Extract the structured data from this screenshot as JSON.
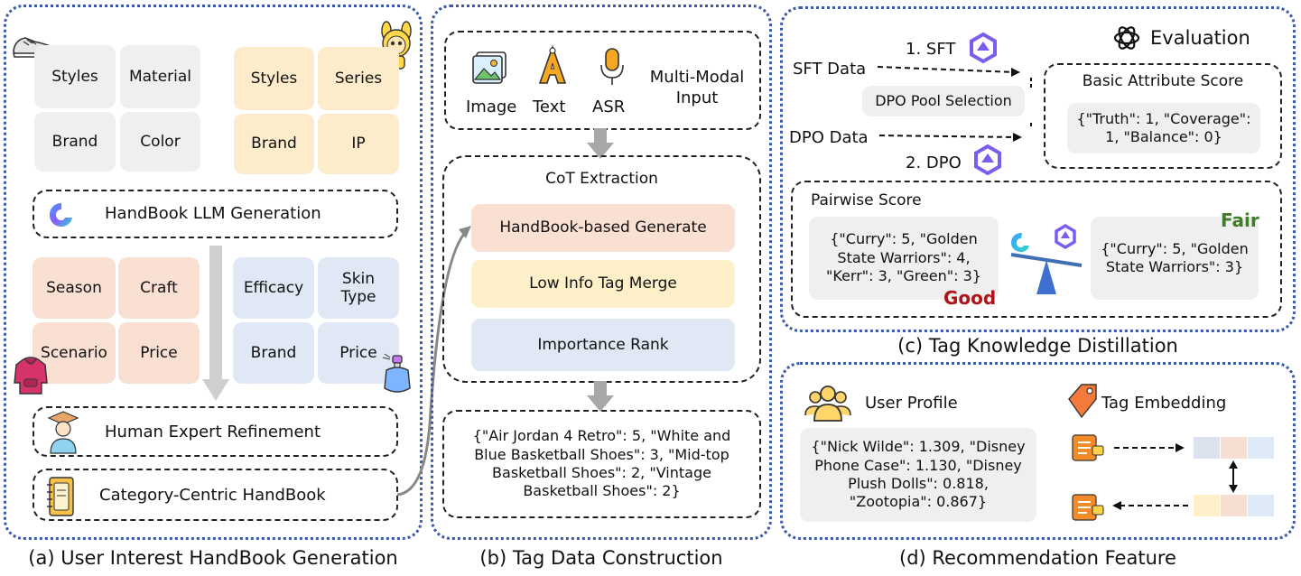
{
  "panel_a": {
    "caption": "(a) User Interest HandBook Generation",
    "shoe_attrs": [
      "Styles",
      "Material",
      "Brand",
      "Color"
    ],
    "toy_attrs": [
      "Styles",
      "Series",
      "Brand",
      "IP"
    ],
    "llm_gen": "HandBook LLM Generation",
    "clothing_attrs": [
      "Season",
      "Craft",
      "Scenario",
      "Price"
    ],
    "beauty_attrs": [
      "Efficacy",
      "Skin Type",
      "Brand",
      "Price"
    ],
    "expert": "Human Expert Refinement",
    "handbook": "Category-Centric HandBook"
  },
  "panel_b": {
    "caption": "(b) Tag Data Construction",
    "inputs": [
      "Image",
      "Text",
      "ASR"
    ],
    "multimodal": "Multi-Modal Input",
    "cot_title": "CoT Extraction",
    "steps": [
      "HandBook-based Generate",
      "Low Info Tag Merge",
      "Importance Rank"
    ],
    "output": "{\"Air Jordan 4 Retro\": 5, \"White and Blue Basketball Shoes\": 3, \"Mid-top Basketball Shoes\": 2, \"Vintage Basketball Shoes\": 2}"
  },
  "panel_c": {
    "caption": "(c) Tag Knowledge Distillation",
    "sft_step": "1. SFT",
    "dpo_step": "2. DPO",
    "sft_data": "SFT Data",
    "dpo_data": "DPO Data",
    "pool": "DPO Pool Selection",
    "evaluation": "Evaluation",
    "basic_title": "Basic Attribute Score",
    "basic_score": "{\"Truth\": 1, \"Coverage\": 1, \"Balance\": 0}",
    "pairwise_title": "Pairwise Score",
    "good_json": "{\"Curry\": 5, \"Golden State Warriors\": 4, \"Kerr\": 3, \"Green\": 3}",
    "good_label": "Good",
    "fair_json": "{\"Curry\": 5, \"Golden State Warriors\": 3}",
    "fair_label": "Fair"
  },
  "panel_d": {
    "caption": "(d) Recommendation Feature",
    "user_profile": "User Profile",
    "profile_json": "{\"Nick Wilde\": 1.309, \"Disney Phone Case\": 1.130, \"Disney Plush Dolls\": 0.818, \"Zootopia\": 0.867}",
    "tag_embedding": "Tag Embedding"
  },
  "colors": {
    "panel_border": "#3d5aa8",
    "good": "#b0141b",
    "fair": "#3f7d2a",
    "qwen": "#7a5cf0"
  }
}
